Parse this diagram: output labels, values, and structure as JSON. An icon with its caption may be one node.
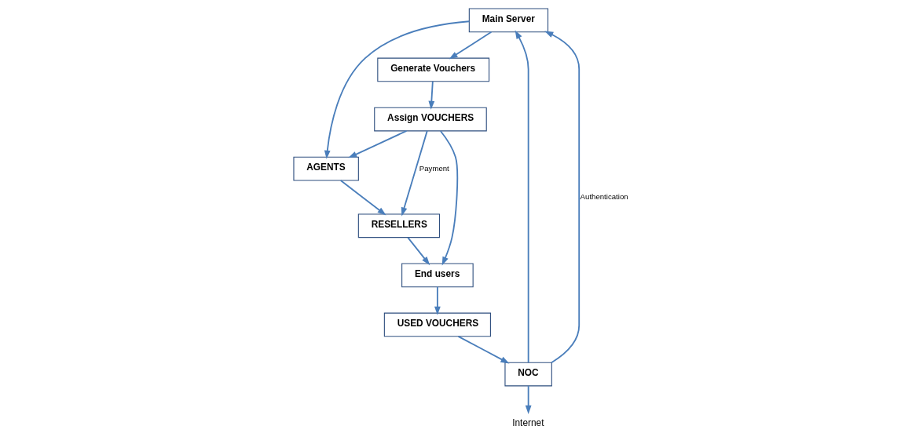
{
  "diagram": {
    "nodes": [
      {
        "text": [
          "Main Server"
        ]
      },
      {
        "text": [
          "NOC"
        ]
      },
      {
        "text": [
          "Generate Vouchers"
        ]
      },
      {
        "text": [
          "Assign VOUCHERS"
        ]
      },
      {
        "text": [
          "AGENTS"
        ]
      },
      {
        "text": [
          "RESELLERS"
        ]
      },
      {
        "text": [
          "USED VOUCHERS"
        ]
      },
      {
        "text": [
          "End users"
        ]
      },
      {
        "text": [
          "Internet"
        ]
      }
    ],
    "edges": [
      {
        "from": 1,
        "to": 8,
        "arrow": "to"
      },
      {
        "from": 1,
        "to": 0,
        "arrow": "to"
      },
      {
        "from": 1,
        "to": 0,
        "arrow": "to",
        "label": "Authentication"
      },
      {
        "from": 0,
        "to": 2,
        "arrow": "to"
      },
      {
        "from": 0,
        "to": 4,
        "arrow": "to"
      },
      {
        "from": 2,
        "to": 3,
        "arrow": "to"
      },
      {
        "from": 3,
        "to": 4,
        "arrow": "to"
      },
      {
        "from": 3,
        "to": 5,
        "arrow": "to",
        "label": "Payment"
      },
      {
        "from": 3,
        "to": 7,
        "arrow": "to"
      },
      {
        "from": 4,
        "to": 5,
        "arrow": "to"
      },
      {
        "from": 5,
        "to": 7,
        "arrow": "to"
      },
      {
        "from": 7,
        "to": 6,
        "arrow": "to"
      },
      {
        "from": 6,
        "to": 1,
        "arrow": "to"
      }
    ]
  }
}
